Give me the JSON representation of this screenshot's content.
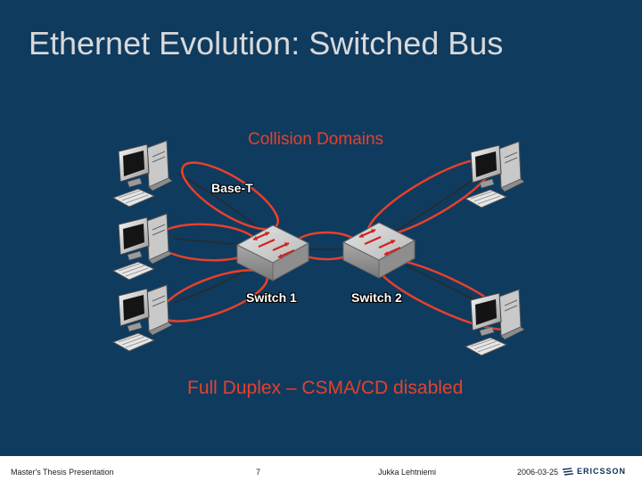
{
  "slide": {
    "title": "Ethernet Evolution: Switched Bus",
    "collision_label": "Collision Domains",
    "link_label": "Base-T",
    "switch_labels": [
      "Switch 1",
      "Switch 2"
    ],
    "duplex_caption": "Full Duplex – CSMA/CD disabled"
  },
  "footer": {
    "presentation": "Master's Thesis Presentation",
    "page": "7",
    "author": "Jukka Lehtniemi",
    "date": "2006-03-25",
    "logo_text": "ERICSSON"
  },
  "colors": {
    "background": "#0f3b5f",
    "accent_red": "#e8402a",
    "title_gray": "#d9d9d9"
  }
}
